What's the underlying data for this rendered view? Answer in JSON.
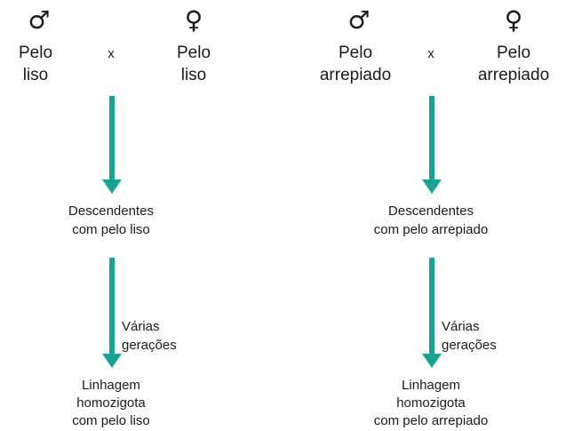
{
  "diagram": {
    "accent_color": "#1aa395",
    "crosses": [
      {
        "male_symbol": "♂",
        "male_label": [
          "Pelo",
          "liso"
        ],
        "cross_sign": "x",
        "female_symbol": "♀",
        "female_label": [
          "Pelo",
          "liso"
        ],
        "offspring": [
          "Descendentes",
          "com pelo liso"
        ],
        "generations_label": [
          "Várias",
          "gerações"
        ],
        "lineage": [
          "Linhagem",
          "homozigota",
          "com pelo liso"
        ]
      },
      {
        "male_symbol": "♂",
        "male_label": [
          "Pelo",
          "arrepiado"
        ],
        "cross_sign": "x",
        "female_symbol": "♀",
        "female_label": [
          "Pelo",
          "arrepiado"
        ],
        "offspring": [
          "Descendentes",
          "com pelo arrepiado"
        ],
        "generations_label": [
          "Várias",
          "gerações"
        ],
        "lineage": [
          "Linhagem",
          "homozigota",
          "com pelo arrepiado"
        ]
      }
    ]
  }
}
